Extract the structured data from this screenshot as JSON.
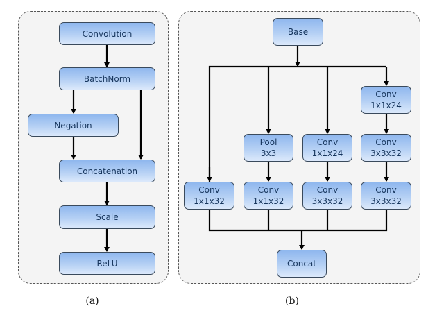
{
  "panels": {
    "a": {
      "caption": "(a)",
      "nodes": {
        "convolution": "Convolution",
        "batchnorm": "BatchNorm",
        "negation": "Negation",
        "concatenation": "Concatenation",
        "scale": "Scale",
        "relu": "ReLU"
      },
      "edges": [
        [
          "Convolution",
          "BatchNorm"
        ],
        [
          "BatchNorm",
          "Negation"
        ],
        [
          "BatchNorm",
          "Concatenation"
        ],
        [
          "Negation",
          "Concatenation"
        ],
        [
          "Concatenation",
          "Scale"
        ],
        [
          "Scale",
          "ReLU"
        ]
      ]
    },
    "b": {
      "caption": "(b)",
      "nodes": {
        "base": "Base",
        "branch1_conv": {
          "line1": "Conv",
          "line2": "1x1x32"
        },
        "branch2_pool": {
          "line1": "Pool",
          "line2": "3x3"
        },
        "branch2_conv": {
          "line1": "Conv",
          "line2": "1x1x32"
        },
        "branch3_conv_a": {
          "line1": "Conv",
          "line2": "1x1x24"
        },
        "branch3_conv_b": {
          "line1": "Conv",
          "line2": "3x3x32"
        },
        "branch4_conv_a": {
          "line1": "Conv",
          "line2": "1x1x24"
        },
        "branch4_conv_b": {
          "line1": "Conv",
          "line2": "3x3x32"
        },
        "branch4_conv_c": {
          "line1": "Conv",
          "line2": "3x3x32"
        },
        "concat": "Concat"
      },
      "edges": [
        [
          "Base",
          "Conv 1x1x32 (branch 1)"
        ],
        [
          "Base",
          "Pool 3x3"
        ],
        [
          "Pool 3x3",
          "Conv 1x1x32 (branch 2)"
        ],
        [
          "Base",
          "Conv 1x1x24 (branch 3)"
        ],
        [
          "Conv 1x1x24 (branch 3)",
          "Conv 3x3x32 (branch 3)"
        ],
        [
          "Base",
          "Conv 1x1x24 (branch 4)"
        ],
        [
          "Conv 1x1x24 (branch 4)",
          "Conv 3x3x32 (branch 4a)"
        ],
        [
          "Conv 3x3x32 (branch 4a)",
          "Conv 3x3x32 (branch 4b)"
        ],
        [
          "All branches",
          "Concat"
        ]
      ]
    }
  },
  "colors": {
    "node_fill_top": "#8fb7ee",
    "node_fill_bottom": "#dce9fb",
    "node_border": "#3a4a5c",
    "node_text": "#17365d",
    "panel_fill": "#f4f4f4",
    "edge": "#000000"
  }
}
